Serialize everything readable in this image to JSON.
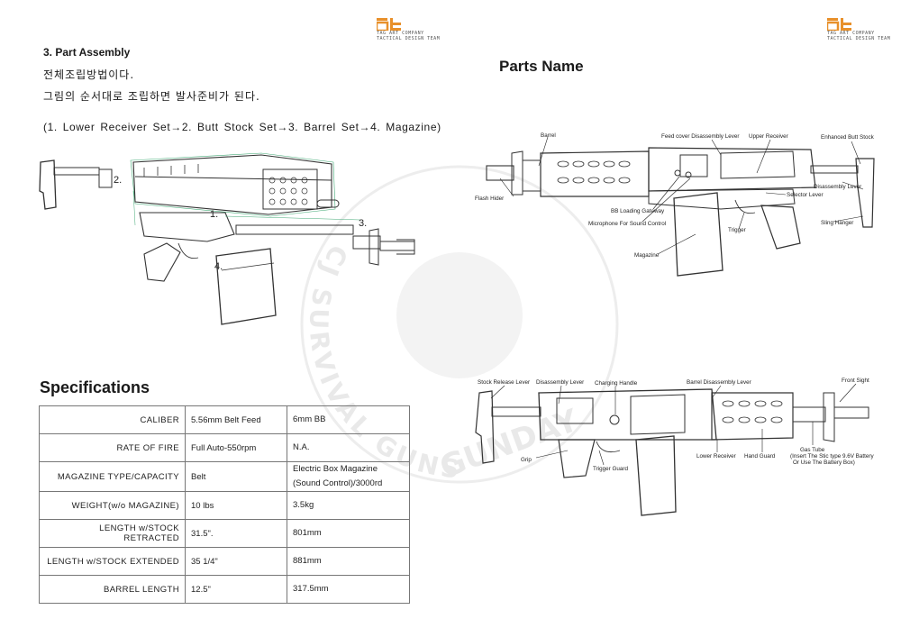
{
  "colors": {
    "logo_orange": "#e8902a",
    "line": "#333333",
    "table_border": "#777777",
    "watermark": "#e6e6e6"
  },
  "logo": {
    "line1": "TAG ART COMPANY",
    "line2": "TACTICAL DESIGN TEAM"
  },
  "assembly": {
    "heading": "3.  Part  Assembly",
    "line1": "전체조립방법이다.",
    "line2": "그림의  순서대로  조립하면  발사준비가  된다.",
    "sequence": "(1.  Lower  Receiver  Set→2.  Butt  Stock  Set→3.  Barrel  Set→4.  Magazine)",
    "steps": [
      "1.",
      "2.",
      "3.",
      "4."
    ]
  },
  "parts_name": {
    "title": "Parts  Name",
    "top_callouts": {
      "barrel": "Barrel",
      "feed_cover": "Feed cover Disassembly Lever",
      "upper_receiver": "Upper Receiver",
      "enhanced_butt_stock": "Enhanced Butt Stock",
      "flash_hider": "Flash Hider",
      "disassembly_lever": "Disassembly Lever",
      "selector_lever": "Selector Lever",
      "bb_loading_gateway": "BB Loading Gateway",
      "microphone": "Microphone For Sound Control",
      "trigger": "Trigger",
      "sling_hanger": "Sling Hanger",
      "magazine": "Magazine"
    },
    "bottom_callouts": {
      "stock_release_lever": "Stock Release Lever",
      "disassembly_lever": "Disassembly Lever",
      "charging_handle": "Charging Handle",
      "barrel_disassembly_lever": "Barrel Disassembly Lever",
      "front_sight": "Front Sight",
      "grip": "Grip",
      "trigger_guard": "Trigger Guard",
      "lower_receiver": "Lower Receiver",
      "hand_guard": "Hand Guard",
      "gas_tube": "Gas Tube",
      "gas_tube_note1": "(Insert The Stic type 9.6V Battery",
      "gas_tube_note2": "Or Use The Battery Box)"
    }
  },
  "specifications": {
    "title": "Specifications",
    "rows": [
      {
        "label": "CALIBER",
        "real": "5.56mm  Belt  Feed",
        "airsoft": "6mm  BB"
      },
      {
        "label": "RATE  OF  FIRE",
        "real": "Full  Auto-550rpm",
        "airsoft": "N.A."
      },
      {
        "label": "MAGAZINE  TYPE/CAPACITY",
        "real": "Belt",
        "airsoft": "Electric  Box  Magazine (Sound  Control)/3000rd"
      },
      {
        "label": "WEIGHT(w/o  MAGAZINE)",
        "real": "10  lbs",
        "airsoft": "3.5kg"
      },
      {
        "label": "LENGTH  w/STOCK  RETRACTED",
        "real": "31.5\".",
        "airsoft": "801mm"
      },
      {
        "label": "LENGTH  w/STOCK  EXTENDED",
        "real": "35  1/4\"",
        "airsoft": "881mm"
      },
      {
        "label": "BARREL  LENGTH",
        "real": "12.5\"",
        "airsoft": "317.5mm"
      }
    ]
  },
  "watermark": {
    "arc": "CJ  SURVIVAL  GUNSHOP",
    "word": "GUNDAY"
  }
}
